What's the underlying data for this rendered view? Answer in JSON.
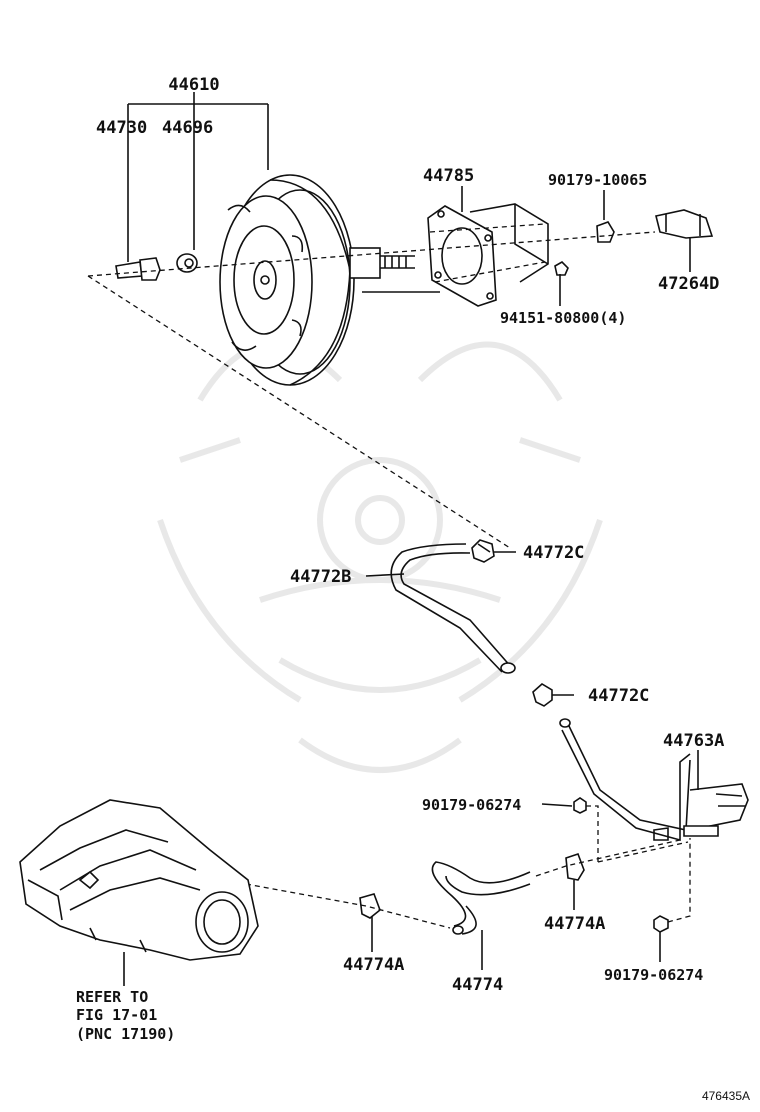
{
  "labels": {
    "booster_assy": "44610",
    "check_valve": "44730",
    "grommet": "44696",
    "gasket": "44785",
    "nut_10065": "90179-10065",
    "clevis": "47264D",
    "nut_80800": "94151-80800(4)",
    "clamp_upper": "44772C",
    "hose_upper": "44772B",
    "clamp_mid": "44772C",
    "pipe": "44763A",
    "nut_06274_upper": "90179-06274",
    "clamp_right": "44774A",
    "clamp_left": "44774A",
    "hose_lower": "44774",
    "nut_06274_lower": "90179-06274"
  },
  "reference_note": {
    "line1": "REFER TO",
    "line2": "FIG 17-01",
    "line3": "(PNC 17190)"
  },
  "figure_id": "476435A"
}
